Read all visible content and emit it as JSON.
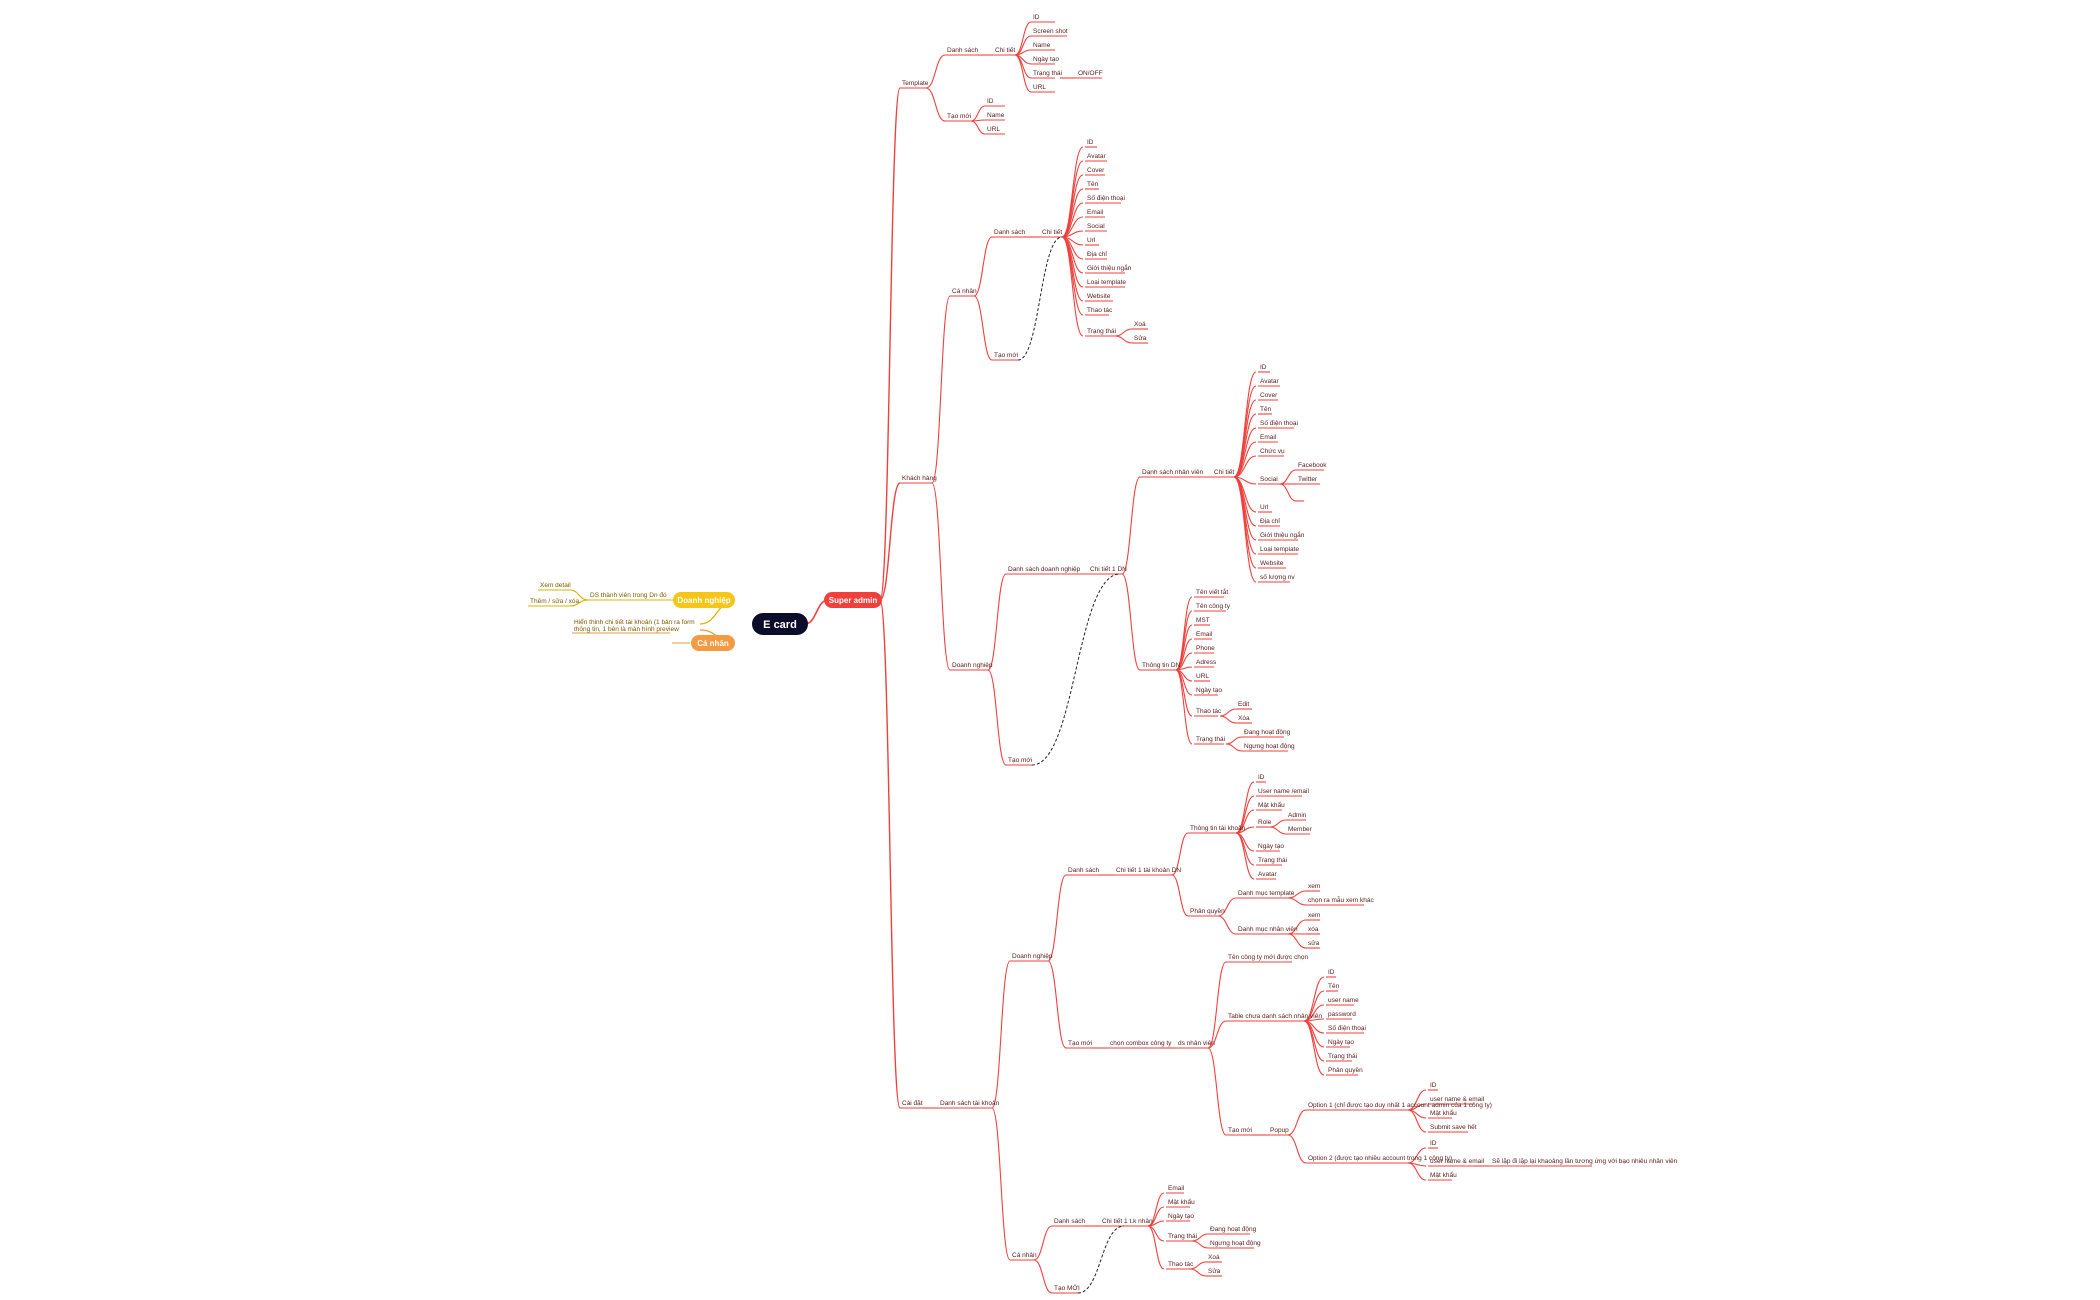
{
  "root": {
    "label": "E card",
    "color": "#0c0d2b"
  },
  "colors": {
    "red": "#f0403c",
    "yellow": "#f5c518",
    "orange": "#f59a42",
    "yellowLine": "#d9b300",
    "orangeLine": "#e89b3c"
  },
  "super_admin": {
    "label": "Super admin",
    "template": {
      "label": "Template",
      "danh_sach": "Danh sách",
      "chi_tiet": "Chi tiết",
      "fields": [
        "ID",
        "Screen shot",
        "Name",
        "Ngày tạo",
        "Trạng thái",
        "URL"
      ],
      "on_off": "ON/OFF",
      "tao_moi": "Tạo mới",
      "tao_moi_fields": [
        "ID",
        "Name",
        "URL"
      ]
    },
    "khach_hang": {
      "label": "Khách hàng",
      "ca_nhan": "Cá nhân",
      "danh_sach": "Danh sách",
      "chi_tiet": "Chi tiết",
      "ca_nhan_fields": [
        "ID",
        "Avatar",
        "Cover",
        "Tên",
        "Số điện thoại",
        "Email",
        "Social",
        "Url",
        "Địa chỉ",
        "Giới thiệu ngắn",
        "Loại template",
        "Website",
        "Thao tác",
        "Trạng thái"
      ],
      "trang_thai_opts": [
        "Xoá",
        "Sửa"
      ],
      "tao_moi": "Tạo mới",
      "doanh_nghiep": "Doanh nghiệp",
      "ds_dn": "Danh sách doanh nghiệp",
      "chi_tiet_dn": "Chi tiết 1 DN",
      "ds_nhan_vien": "Danh sách nhân viên",
      "chi_tiet2": "Chi tiết",
      "nv_fields": [
        "ID",
        "Avatar",
        "Cover",
        "Tên",
        "Số điện thoại",
        "Email",
        "Chức vụ",
        "Social",
        "Url",
        "Địa chỉ",
        "Giới thiệu ngắn",
        "Loại template",
        "Website",
        "số lượng nv"
      ],
      "social_opts": [
        "Facebook",
        "Twitter",
        ""
      ],
      "thong_tin_dn": "Thông tin DN",
      "dn_fields": [
        "Tên viết tắt",
        "Tên công ty",
        "MST",
        "Email",
        "Phone",
        "Adress",
        "URL",
        "Ngày tạo",
        "Thao tác",
        "Trạng thái"
      ],
      "thao_tac_opts": [
        "Edit",
        "Xóa"
      ],
      "dn_trang_thai_opts": [
        "Đang hoạt động",
        "Ngưng hoạt động"
      ],
      "tao_moi2": "Tạo mới"
    },
    "cai_dat": {
      "label": "Cài đặt",
      "ds_tai_khoan": "Danh sách tài khoản",
      "doanh_nghiep": "Doanh nghiệp",
      "danh_sach": "Danh sách",
      "chi_tiet_tk": "Chi tiết 1 tài khoản DN",
      "thong_tin_tk": "Thông tin tài khoản",
      "tk_fields": [
        "ID",
        "User name /email",
        "Mật khẩu",
        "Role",
        "Ngày tạo",
        "Trạng thái",
        "Avatar"
      ],
      "role_opts": [
        "Admin",
        "Member"
      ],
      "phan_quyen": "Phân quyền",
      "dm_template": "Danh mục template",
      "dm_template_opts": [
        "xem",
        "chọn ra mẫu xem khác"
      ],
      "dm_nhan_vien": "Danh mục nhân viên",
      "dm_nhan_vien_opts": [
        "xem",
        "xóa",
        "sửa"
      ],
      "tao_moi": "Tạo mới",
      "chon_combo": "chọn combox công ty",
      "ds_nhan_vien": "ds nhân viên",
      "ten_cong_ty": "Tên công ty mới được chọn",
      "table_chua": "Table chưa danh sách nhân viên",
      "table_fields": [
        "ID",
        "Tên",
        "user name",
        "password",
        "Số điện thoại",
        "Ngày tạo",
        "Trạng thái",
        "Phân quyền"
      ],
      "tao_moi2": "Tạo mới",
      "popup": "Popup",
      "option1": "Option 1 (chỉ được tạo duy nhất 1 account admin của 1 công ty)",
      "option1_fields": [
        "ID",
        "user name & email",
        "Mật khẩu",
        "Submit save hết"
      ],
      "option2": "Option 2 (được tạo nhiều account trong 1 công ty)",
      "option2_fields": [
        "ID",
        "user name & email",
        "Mật khẩu"
      ],
      "option2_note": "Sẽ lặp đi lặp lại khaoảng lần tương ứng với bạo nhiêu nhân viên",
      "ca_nhan": "Cá nhân",
      "danh_sach2": "Danh sách",
      "chi_tiet_tk_cn": "Chi tiết 1 t.k nhân",
      "cn_fields": [
        "Email",
        "Mật khẩu",
        "Ngày tạo",
        "Trạng thái",
        "Thao tác"
      ],
      "cn_trang_thai_opts": [
        "Đang hoạt động",
        "Ngưng hoạt động"
      ],
      "cn_thao_tac_opts": [
        "Xoá",
        "Sửa"
      ],
      "tao_moi3": "Tạo MỚI"
    }
  },
  "doanh_nghiep_branch": {
    "label": "Doanh nghiệp",
    "child": "DS thành viên trong Dn đó",
    "leaves": [
      "Xem detail",
      "Thêm / sửa / xóa"
    ]
  },
  "ca_nhan_branch": {
    "label": "Cá nhân",
    "note": "Hiển thinh chi tiết tài khoản (1 bản ra form thông tin, 1 bên là màn hình preview"
  }
}
